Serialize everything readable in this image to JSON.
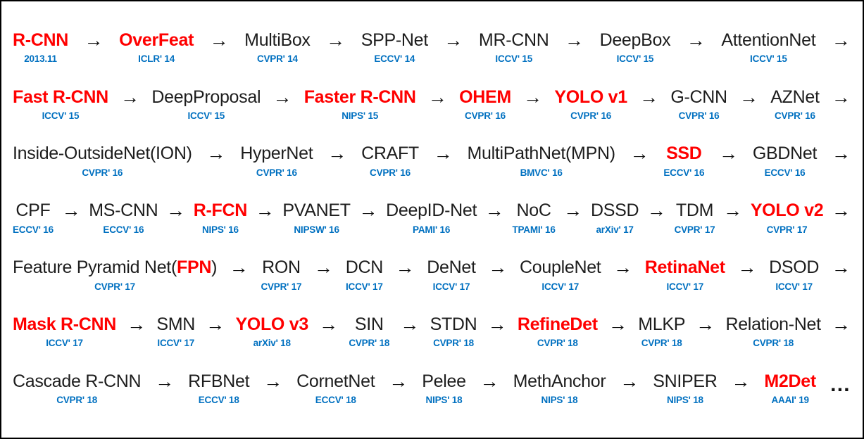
{
  "colors": {
    "red": "#ff0000",
    "blue": "#0070c0",
    "ink": "#1d1d1d"
  },
  "glyphs": {
    "arrow": "→",
    "ellipsis": "…"
  },
  "timeline": {
    "rows": [
      {
        "items": [
          {
            "name": "R-CNN",
            "venue": "2013.11",
            "red": true
          },
          {
            "name": "OverFeat",
            "venue": "ICLR' 14",
            "red": true
          },
          {
            "name": "MultiBox",
            "venue": "CVPR' 14",
            "red": false
          },
          {
            "name": "SPP-Net",
            "venue": "ECCV' 14",
            "red": false
          },
          {
            "name": "MR-CNN",
            "venue": "ICCV' 15",
            "red": false
          },
          {
            "name": "DeepBox",
            "venue": "ICCV' 15",
            "red": false
          },
          {
            "name": "AttentionNet",
            "venue": "ICCV' 15",
            "red": false
          }
        ],
        "trailing": "arrow"
      },
      {
        "items": [
          {
            "name": "Fast R-CNN",
            "venue": "ICCV' 15",
            "red": true
          },
          {
            "name": "DeepProposal",
            "venue": "ICCV' 15",
            "red": false
          },
          {
            "name": "Faster R-CNN",
            "venue": "NIPS' 15",
            "red": true
          },
          {
            "name": "OHEM",
            "venue": "CVPR' 16",
            "red": true
          },
          {
            "name": "YOLO v1",
            "venue": "CVPR' 16",
            "red": true
          },
          {
            "name": "G-CNN",
            "venue": "CVPR' 16",
            "red": false
          },
          {
            "name": "AZNet",
            "venue": "CVPR' 16",
            "red": false
          }
        ],
        "trailing": "arrow"
      },
      {
        "items": [
          {
            "name": "Inside-OutsideNet(ION)",
            "venue": "CVPR' 16",
            "red": false
          },
          {
            "name": "HyperNet",
            "venue": "CVPR' 16",
            "red": false
          },
          {
            "name": "CRAFT",
            "venue": "CVPR' 16",
            "red": false
          },
          {
            "name": "MultiPathNet(MPN)",
            "venue": "BMVC' 16",
            "red": false
          },
          {
            "name": "SSD",
            "venue": "ECCV' 16",
            "red": true
          },
          {
            "name": "GBDNet",
            "venue": "ECCV' 16",
            "red": false
          }
        ],
        "trailing": "arrow"
      },
      {
        "items": [
          {
            "name": "CPF",
            "venue": "ECCV' 16",
            "red": false
          },
          {
            "name": "MS-CNN",
            "venue": "ECCV' 16",
            "red": false
          },
          {
            "name": "R-FCN",
            "venue": "NIPS' 16",
            "red": true
          },
          {
            "name": "PVANET",
            "venue": "NIPSW' 16",
            "red": false
          },
          {
            "name": "DeepID-Net",
            "venue": "PAMI' 16",
            "red": false
          },
          {
            "name": "NoC",
            "venue": "TPAMI' 16",
            "red": false
          },
          {
            "name": "DSSD",
            "venue": "arXiv' 17",
            "red": false
          },
          {
            "name": "TDM",
            "venue": "CVPR' 17",
            "red": false
          },
          {
            "name": "YOLO v2",
            "venue": "CVPR' 17",
            "red": true
          }
        ],
        "trailing": "arrow"
      },
      {
        "items": [
          {
            "parts": [
              {
                "text": "Feature Pyramid Net(",
                "red": false
              },
              {
                "text": "FPN",
                "red": true
              },
              {
                "text": ")",
                "red": false
              }
            ],
            "venue": "CVPR' 17",
            "red": false
          },
          {
            "name": "RON",
            "venue": "CVPR' 17",
            "red": false
          },
          {
            "name": "DCN",
            "venue": "ICCV' 17",
            "red": false
          },
          {
            "name": "DeNet",
            "venue": "ICCV' 17",
            "red": false
          },
          {
            "name": "CoupleNet",
            "venue": "ICCV' 17",
            "red": false
          },
          {
            "name": "RetinaNet",
            "venue": "ICCV' 17",
            "red": true
          },
          {
            "name": "DSOD",
            "venue": "ICCV' 17",
            "red": false
          }
        ],
        "trailing": "arrow"
      },
      {
        "items": [
          {
            "name": "Mask R-CNN",
            "venue": "ICCV' 17",
            "red": true
          },
          {
            "name": "SMN",
            "venue": "ICCV' 17",
            "red": false
          },
          {
            "name": "YOLO v3",
            "venue": "arXiv' 18",
            "red": true
          },
          {
            "name": "SIN",
            "venue": "CVPR' 18",
            "red": false
          },
          {
            "name": "STDN",
            "venue": "CVPR' 18",
            "red": false
          },
          {
            "name": "RefineDet",
            "venue": "CVPR' 18",
            "red": true
          },
          {
            "name": "MLKP",
            "venue": "CVPR' 18",
            "red": false
          },
          {
            "name": "Relation-Net",
            "venue": "CVPR' 18",
            "red": false
          }
        ],
        "trailing": "arrow"
      },
      {
        "items": [
          {
            "name": "Cascade R-CNN",
            "venue": "CVPR' 18",
            "red": false
          },
          {
            "name": "RFBNet",
            "venue": "ECCV' 18",
            "red": false
          },
          {
            "name": "CornetNet",
            "venue": "ECCV' 18",
            "red": false
          },
          {
            "name": "Pelee",
            "venue": "NIPS' 18",
            "red": false
          },
          {
            "name": "MethAnchor",
            "venue": "NIPS' 18",
            "red": false
          },
          {
            "name": "SNIPER",
            "venue": "NIPS' 18",
            "red": false
          },
          {
            "name": "M2Det",
            "venue": "AAAI' 19",
            "red": true
          }
        ],
        "trailing": "ellipsis"
      }
    ]
  }
}
